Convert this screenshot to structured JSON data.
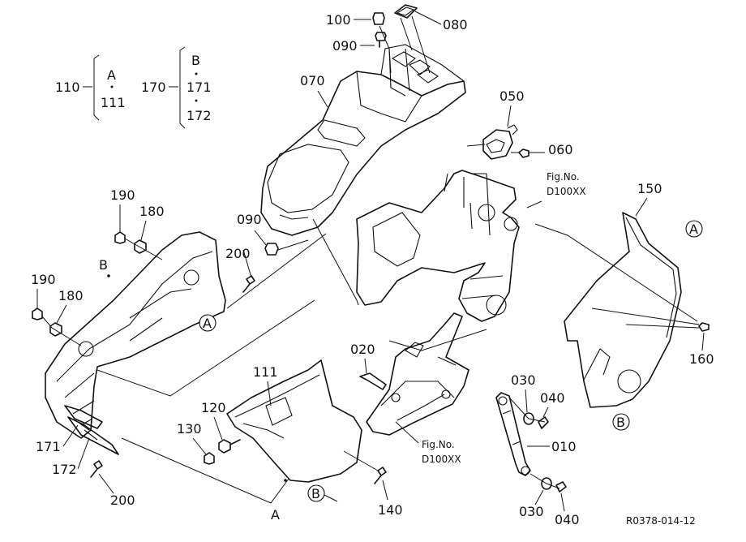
{
  "group_110": {
    "code": "110",
    "top": "A",
    "bottom": "111"
  },
  "group_170": {
    "code": "170",
    "top": "B",
    "mid": "171",
    "bottom": "172"
  },
  "parts": {
    "p100": "100",
    "p080": "080",
    "p090a": "090",
    "p070": "070",
    "p050": "050",
    "p060": "060",
    "p090b": "090",
    "p190a": "190",
    "p180a": "180",
    "p200a": "200",
    "p190b": "190",
    "p180b": "180",
    "p150": "150",
    "p160": "160",
    "p020": "020",
    "p111": "111",
    "p120": "120",
    "p130": "130",
    "p030a": "030",
    "p040a": "040",
    "p010": "010",
    "p171": "171",
    "p172": "172",
    "p200b": "200",
    "p140": "140",
    "p030b": "030",
    "p040b": "040"
  },
  "markers": {
    "a1": "A",
    "a2": "A",
    "a3": "A",
    "b1": "B",
    "b2": "B",
    "b3": "B",
    "b4": "B",
    "a4": "A"
  },
  "refs": [
    {
      "line1": "Fig.No.",
      "line2": "D100XX"
    },
    {
      "line1": "Fig.No.",
      "line2": "D100XX"
    }
  ],
  "drawing_code": "R0378-014-12"
}
